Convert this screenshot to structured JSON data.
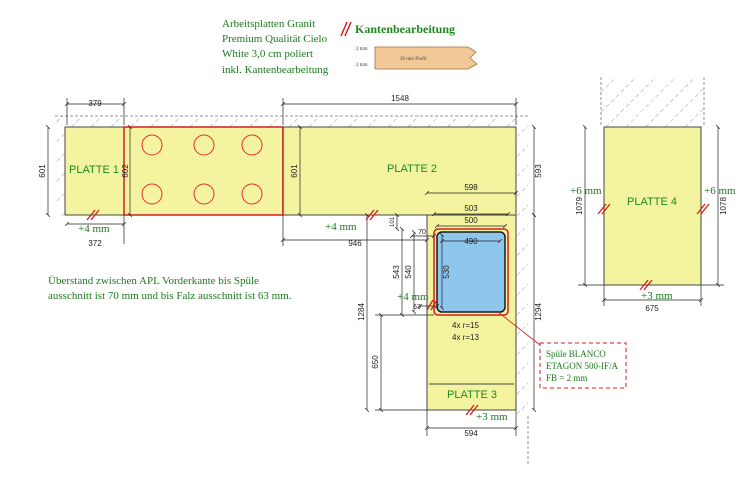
{
  "header": {
    "lines": [
      "Arbeitsplatten Granit",
      "Premium Qualität Cielo",
      "White 3,0 cm poliert",
      "inkl. Kantenbearbeitung"
    ],
    "edge_title": "Kantenbearbeitung",
    "edge_marks": [
      "2 mm",
      "2 mm"
    ],
    "edge_profile": "30 mm Profil"
  },
  "plates": {
    "p1": "PLATTE 1",
    "p2": "PLATTE 2",
    "p3": "PLATTE 3",
    "p4": "PLATTE 4"
  },
  "overhang_note": [
    "Überstand zwischen APL Vorderkante bis Spüle",
    "ausschnitt ist 70 mm und bis Falz ausschnitt ist 63 mm."
  ],
  "sink_note": [
    "Spüle BLANCO",
    "ETAGON 500-IF/A",
    "FB = 2 mm"
  ],
  "edge_labels": {
    "p1_front": "+4 mm",
    "p2_front": "+4 mm",
    "p3_side": "+4 mm",
    "p3_front": "+3 mm",
    "p4_left": "+6 mm",
    "p4_right": "+6 mm",
    "p4_front": "+3 mm"
  },
  "dims": {
    "d379": "379",
    "d1548": "1548",
    "d601a": "601",
    "d602": "602",
    "d601b": "601",
    "d593": "593",
    "d372": "372",
    "d946": "946",
    "d598": "598",
    "d503": "503",
    "d500": "500",
    "d101": "101",
    "d70": "70",
    "d490": "490",
    "d543": "543",
    "d540": "540",
    "d530": "530",
    "d63": "63",
    "d1284": "1284",
    "d650": "650",
    "d1294": "1294",
    "d594": "594",
    "d1079": "1079",
    "d1078": "1078",
    "d675": "675",
    "r15": "4x r=15",
    "r13": "4x r=13"
  },
  "colors": {
    "slab": "#f4f4a0",
    "sink": "#8ec6ee",
    "hob": "#e03030",
    "accent": "#1d8a1d",
    "cut": "#d02020"
  }
}
